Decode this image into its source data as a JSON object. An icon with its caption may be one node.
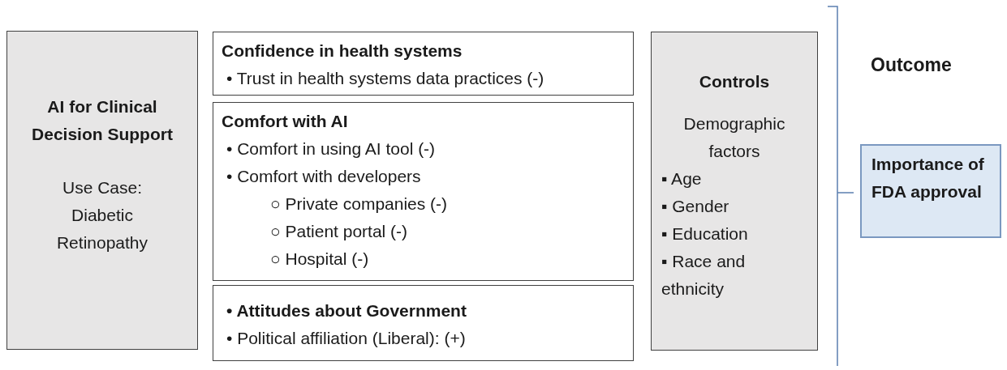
{
  "diagram": {
    "nodes": [
      {
        "text": [
          "AI for Clinical Decision Support",
          "Use Case: Diabetic Retinopathy"
        ]
      },
      {
        "text": [
          "Confidence in health systems",
          "• Trust in health systems data practices (-)"
        ]
      },
      {
        "text": [
          "Comfort with AI",
          "• Comfort in using AI tool (-)",
          "• Comfort with developers",
          "○ Private companies (-)",
          "○ Patient portal (-)",
          "○ Hospital (-)"
        ]
      },
      {
        "text": [
          "• Attitudes about Government",
          "• Political affiliation (Liberal): (+)"
        ]
      },
      {
        "text": [
          "Controls",
          "Demographic factors",
          "▪ Age",
          "▪ Gender",
          "▪ Education",
          "▪ Race and ethnicity"
        ]
      },
      {
        "text": [
          "Importance of FDA approval"
        ]
      }
    ],
    "edges": [],
    "labels": [
      "Outcome"
    ]
  }
}
